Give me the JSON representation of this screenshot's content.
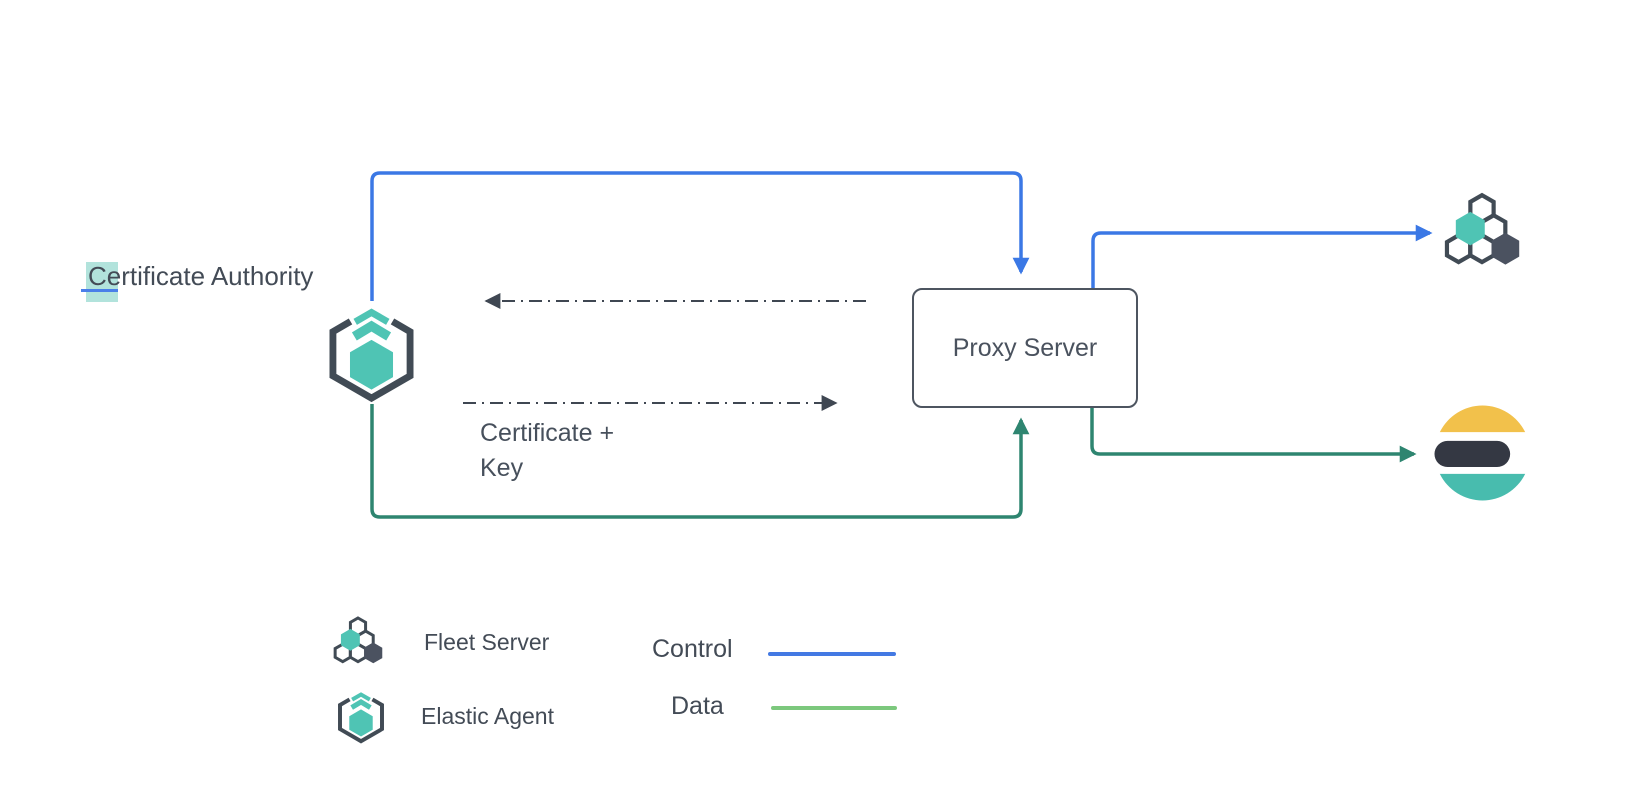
{
  "title": "Elastic Agent proxy architecture diagram",
  "diagram": {
    "nodes": {
      "certificate_authority": {
        "label": "Certificate Authority",
        "text_selected": "C",
        "selection_color": "#8fd0c5",
        "cursor_underline_color": "#4a7fe9"
      },
      "elastic_agent": {
        "icon": "elastic-agent-icon"
      },
      "proxy_server": {
        "label": "Proxy Server"
      },
      "fleet_server": {
        "icon": "fleet-server-icon"
      },
      "elasticsearch": {
        "icon": "elasticsearch-icon"
      }
    },
    "edges": [
      {
        "name": "control-agent-to-proxy",
        "kind": "control",
        "style": "solid",
        "color": "#3b78e5",
        "from": "elastic_agent",
        "to": "proxy_server",
        "arrow": "into proxy top"
      },
      {
        "name": "control-proxy-to-fleet",
        "kind": "control",
        "style": "solid",
        "color": "#3b78e5",
        "from": "proxy_server",
        "to": "fleet_server",
        "arrow": "into fleet server"
      },
      {
        "name": "data-agent-to-proxy",
        "kind": "data",
        "style": "solid",
        "color": "#2e8570",
        "from": "elastic_agent",
        "to": "proxy_server",
        "arrow": "into proxy bottom"
      },
      {
        "name": "data-proxy-to-elasticsearch",
        "kind": "data",
        "style": "solid",
        "color": "#2e8570",
        "from": "proxy_server",
        "to": "elasticsearch",
        "arrow": "into elasticsearch"
      },
      {
        "name": "cert-exchange-to-agent",
        "kind": "certificate-exchange",
        "style": "dash-dot",
        "color": "#3f4752",
        "from": "proxy_server",
        "to": "elastic_agent",
        "arrow": "left"
      },
      {
        "name": "cert-exchange-to-proxy",
        "kind": "certificate-exchange",
        "style": "dash-dot",
        "color": "#3f4752",
        "from": "elastic_agent",
        "to": "proxy_server",
        "arrow": "right"
      }
    ],
    "edge_label": {
      "line1": "Certificate +",
      "line2": "Key"
    }
  },
  "legend": {
    "items": [
      {
        "icon": "fleet-server-icon",
        "label": "Fleet Server"
      },
      {
        "icon": "elastic-agent-icon",
        "label": "Elastic Agent"
      }
    ],
    "lines": [
      {
        "label": "Control",
        "color": "#4379e3"
      },
      {
        "label": "Data",
        "color": "#7cc87d"
      }
    ]
  },
  "colors": {
    "control_blue": "#3b78e5",
    "data_green_dark": "#2e8570",
    "legend_data_green": "#7cc87d",
    "teal_brand": "#4fc4b4",
    "dark_slate": "#414b55",
    "dark_hex_fill": "#4b5260",
    "es_yellow": "#f2c14b",
    "es_dark": "#343843",
    "es_teal": "#48bcae",
    "text": "#434b56",
    "background": "#ffffff"
  }
}
